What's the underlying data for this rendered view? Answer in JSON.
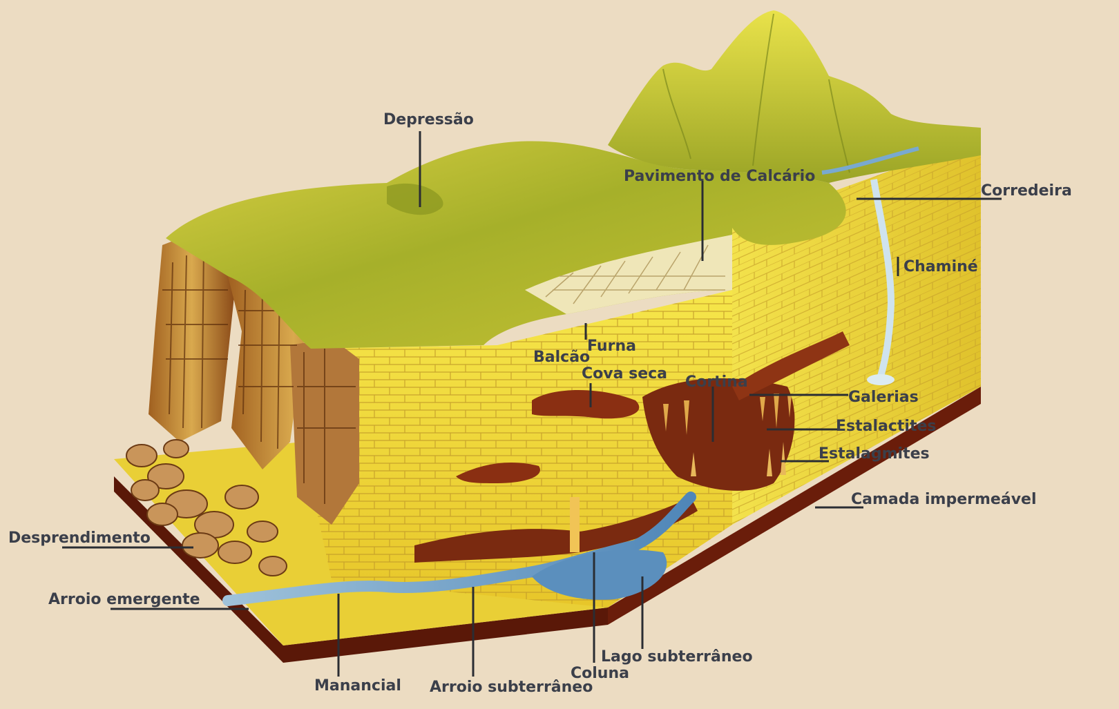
{
  "labels": {
    "depressao": "Depressão",
    "pavimento": "Pavimento de Calcário",
    "corredeira": "Corredeira",
    "chamine": "Chaminé",
    "furna": "Furna",
    "balcao": "Balcão",
    "cova_seca": "Cova seca",
    "cortina": "Cortina",
    "galerias": "Galerias",
    "estalactites": "Estalactites",
    "estalagmites": "Estalagmites",
    "camada": "Camada impermeável",
    "desprendimento": "Desprendimento",
    "arroio_emergente": "Arroio emergente",
    "manancial": "Manancial",
    "arroio_subterraneo": "Arroio subterrâneo",
    "coluna": "Coluna",
    "lago": "Lago subterrâneo"
  },
  "colors": {
    "background": "#ecdcc2",
    "label_text": "#3b3f4a",
    "limestone": "#f2dc3a",
    "grass": "#a9b52a",
    "water": "#6a9fc9",
    "cave_shadow": "#7a2a10",
    "impermeable_layer": "#5a1808"
  }
}
